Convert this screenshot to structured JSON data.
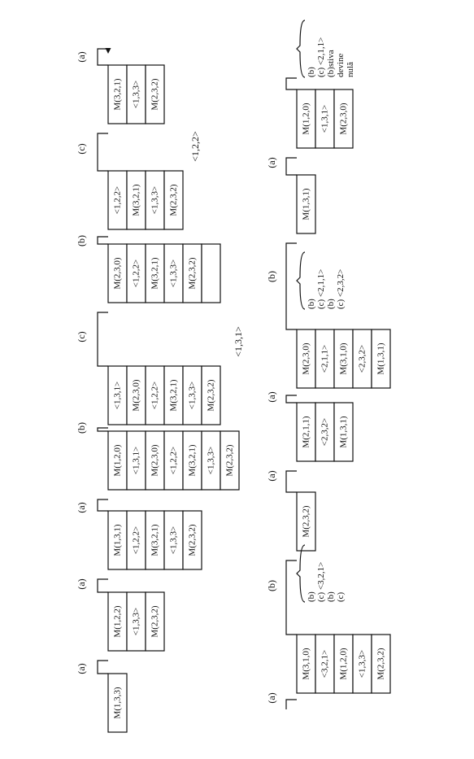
{
  "top_row": {
    "stacks": [
      [
        "M(1,3,3)"
      ],
      [
        "M(1,2,2)",
        "<1,3,3>",
        "M(2,3,2)"
      ],
      [
        "M(1,3,1)",
        "<1,2,2>",
        "M(3,2,1)",
        "<1,3,3>",
        "M(2,3,2)"
      ],
      [
        "M(1,2,0)",
        "<1,3,1>",
        "M(2,3,0)",
        "<1,2,2>",
        "M(3,2,1)",
        "<1,3,3>",
        "M(2,3,2)"
      ],
      [
        "<1,3,1>",
        "M(2,3,0)",
        "<1,2,2>",
        "M(3,2,1)",
        "<1,3,3>",
        "M(2,3,2)"
      ],
      [
        "M(2,3,0)",
        "<1,2,2>",
        "M(3,2,1)",
        "<1,3,3>",
        "M(2,3,2)",
        ""
      ],
      [
        "<1,2,2>",
        "M(3,2,1)",
        "<1,3,3>",
        "M(2,3,2)"
      ],
      [
        "M(3,2,1)",
        "<1,3,3>",
        "M(2,3,2)"
      ]
    ],
    "transitions": [
      "(a)",
      "(a)",
      "(a)",
      "(b)",
      "(c)",
      "(b)",
      "(c)",
      "(a)"
    ],
    "notes": [
      "<1,3,1>",
      "<1,2,2>"
    ]
  },
  "bottom_row": {
    "stacks": [
      [
        "M(3,1,0)",
        "<3,2,1>",
        "M(1,2,0)",
        "<1,3,3>",
        "M(2,3,2)"
      ],
      [
        "M(2,3,2)"
      ],
      [
        "M(2,1,1)",
        "<2,3,2>",
        "M(1,3,1)"
      ],
      [
        "M(2,3,0)",
        "<2,1,1>",
        "M(3,1,0)",
        "<2,3,2>",
        "M(1,3,1)"
      ],
      [
        "M(1,3,1)"
      ],
      [
        "M(1,2,0)",
        "<1,3,1>",
        "M(2,3,0)"
      ]
    ],
    "transitions": [
      "(a)",
      "(b)",
      "(a)",
      "(a)",
      "(b)",
      "(a)"
    ],
    "notes": [
      [
        "(b)",
        "(c) <3,2,1>",
        "(b)",
        "(c)"
      ],
      [
        "(b)",
        "(c) <2,1,1>",
        "(b)",
        "(c) <2,3,2>"
      ],
      [
        "(b)",
        "(c) <2,1,1>",
        "(b)stiva",
        "devine",
        "nulă"
      ]
    ]
  }
}
